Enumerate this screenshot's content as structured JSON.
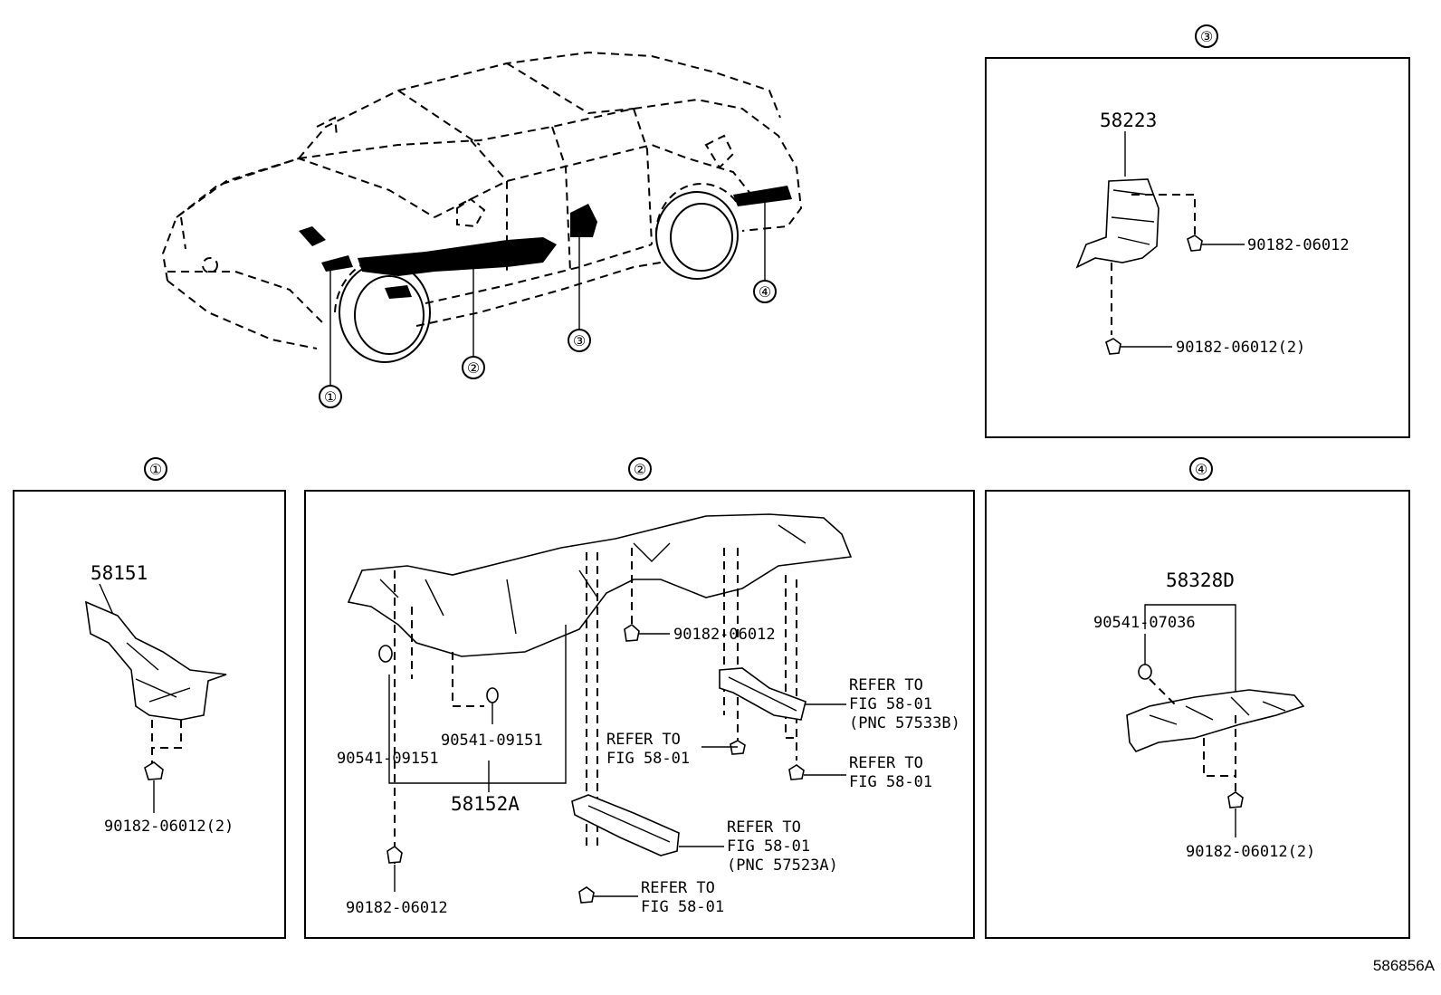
{
  "figure_id": "586856A",
  "callouts": {
    "c1": "①",
    "c2": "②",
    "c3": "③",
    "c4": "④"
  },
  "panel1": {
    "part_main": "58151",
    "fastener": "90182-06012(2)"
  },
  "panel2": {
    "part_main": "58152A",
    "bolt_clip_a": "90541-09151",
    "bolt_clip_b": "90541-09151",
    "nut_top": "90182-06012",
    "nut_bottom": "90182-06012",
    "ref1_line1": "REFER TO",
    "ref1_line2": "FIG 58-01",
    "ref1_line3": "(PNC 57533B)",
    "ref2_line1": "REFER TO",
    "ref2_line2": "FIG 58-01",
    "ref3_line1": "REFER TO",
    "ref3_line2": "FIG 58-01",
    "ref4_line1": "REFER TO",
    "ref4_line2": "FIG 58-01",
    "ref4_line3": "(PNC 57523A)",
    "ref5_line1": "REFER TO",
    "ref5_line2": "FIG 58-01"
  },
  "panel3": {
    "part_main": "58223",
    "nut_right": "90182-06012",
    "nut_bottom": "90182-06012(2)"
  },
  "panel4": {
    "part_main": "58328D",
    "clip": "90541-07036",
    "nut_bottom": "90182-06012(2)"
  }
}
